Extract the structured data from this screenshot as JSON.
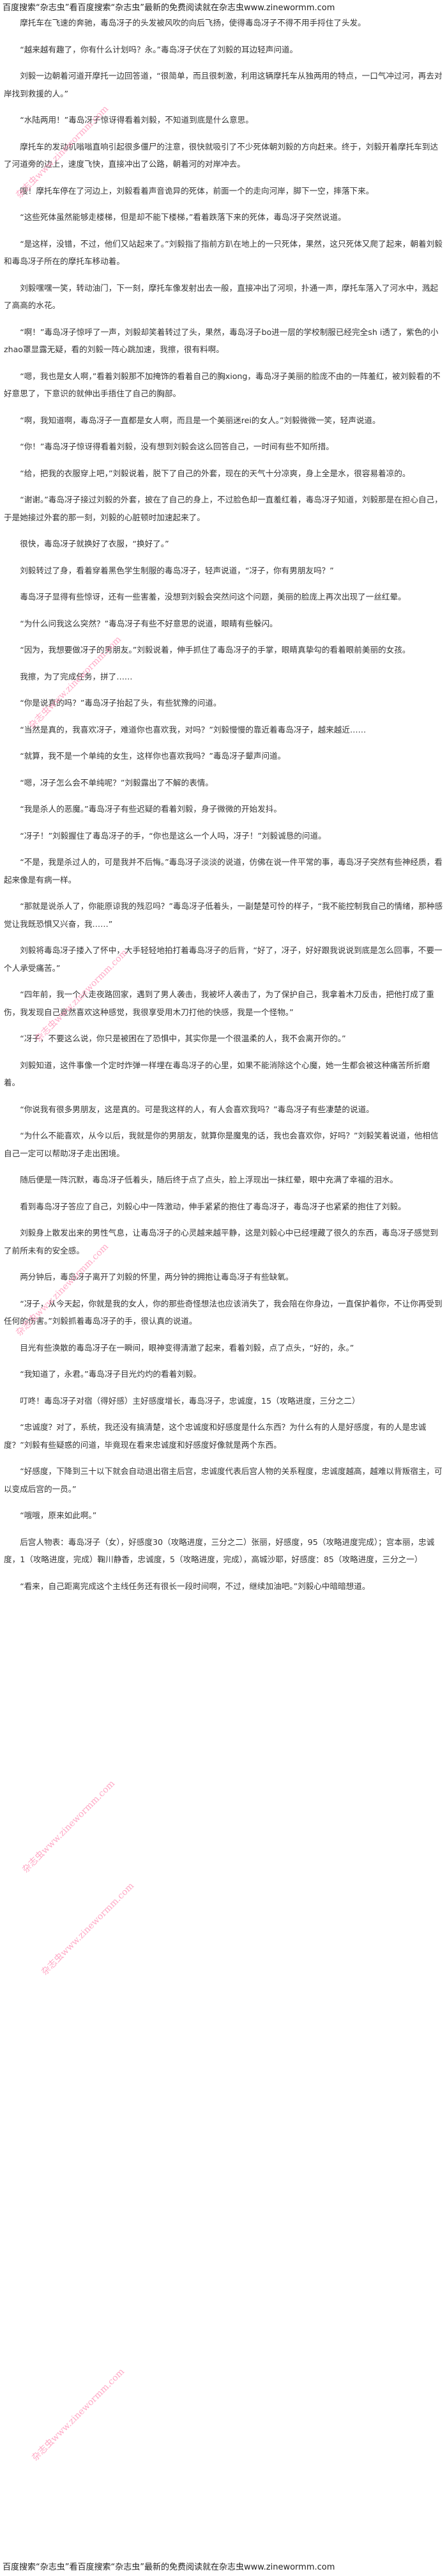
{
  "header": {
    "banner": "百度搜索“杂志虫”看百度搜索“杂志虫”最新的免费阅读就在杂志虫www.zinewormm.com"
  },
  "footer": {
    "banner": "百度搜索“杂志虫”看百度搜索“杂志虫”最新的免费阅读就在杂志虫www.zinewormm.com"
  },
  "watermark": {
    "text": "杂志虫www.zinewormm.com",
    "color": "#ff99bb"
  },
  "paragraphs": [
    "摩托车在飞速的奔驰，毒岛冴子的头发被风吹的向后飞扬，使得毒岛冴子不得不用手捋住了头发。",
    "“越来越有趣了，你有什么计划吗？永。”毒岛冴子伏在了刘毅的耳边轻声问道。",
    "刘毅一边朝着河道开摩托一边回答道，“很简单，而且很刺激，利用这辆摩托车从独两用的特点，一口气冲过河，再去对岸找到救援的人。”",
    "“水陆两用！”毒岛冴子惊讶得看着刘毅，不知道到底是什么意思。",
    "摩托车的发动机嗡嗡直响引起很多僵尸的注意，很快就吸引了不少死体朝刘毅的方向赶来。终于，刘毅开着摩托车到达了河道旁的边上，速度飞快，直接冲出了公路，朝着河的对岸冲去。",
    "嗖！摩托车停在了河边上，刘毅看着声音诡异的死体，前面一个的走向河岸，脚下一空，摔落下来。",
    "“这些死体虽然能够走楼梯，但是却不能下楼梯，”看着跌落下来的死体，毒岛冴子突然说道。",
    "“是这样，没错，不过，他们又站起来了。”刘毅指了指前方趴在地上的一只死体，果然，这只死体又爬了起来，朝着刘毅和毒岛冴子所在的摩托车移动着。",
    "刘毅嘿嘿一笑，转动油门，下一刻，摩托车像发射出去一般，直接冲出了河坝，扑通一声，摩托车落入了河水中，溅起了高高的水花。",
    "“啊！”毒岛冴子惊呼了一声，刘毅却笑着转过了头，果然，毒岛冴子bo进一层的学校制服已经完全sh i透了，紫色的小zhao罩显露无疑，看的刘毅一阵心跳加速，我擦，很有料啊。",
    "“嗯，我也是女人啊，”看着刘毅那不加掩饰的看着自己的胸xiong，毒岛冴子美丽的脸庞不由的一阵羞红，被刘毅看的不好意思了，下意识的就伸出手捂住了自己的胸部。",
    "“啊，我知道啊，毒岛冴子一直都是女人啊，而且是一个美丽迷rei的女人。”刘毅微微一笑，轻声说道。",
    "“你！”毒岛冴子惊讶得看着刘毅，没有想到刘毅会这么回答自己，一时间有些不知所措。",
    "“给，把我的衣服穿上吧，”刘毅说着，脱下了自己的外套，现在的天气十分凉爽，身上全是水，很容易着凉的。",
    "“谢谢。”毒岛冴子接过刘毅的外套，披在了自己的身上，不过脸色却一直羞红着，毒岛冴子知道，刘毅那是在担心自己，于是她接过外套的那一刻，刘毅的心脏顿时加速起来了。",
    "很快，毒岛冴子就换好了衣服，“换好了。”",
    "刘毅转过了身，看着穿着黑色学生制服的毒岛冴子，轻声说道，“冴子，你有男朋友吗？”",
    "毒岛冴子显得有些惊讶，还有一些害羞，没想到刘毅会突然问这个问题，美丽的脸庞上再次出现了一丝红晕。",
    "“为什么问我这么突然？”毒岛冴子有些不好意思的说道，眼睛有些躲闪。",
    "“因为，我想要做冴子的男朋友。”刘毅说着，伸手抓住了毒岛冴子的手掌，眼睛真挚勾的看着眼前美丽的女孩。",
    "我擦，为了完成任务，拼了……",
    "“你是说真的吗？”毒岛冴子抬起了头，有些犹豫的问道。",
    "“当然是真的，我喜欢冴子，难道你也喜欢我，对吗？”刘毅慢慢的靠近着毒岛冴子，越来越近……",
    "“就算，我不是一个单纯的女生，这样你也喜欢我吗？”毒岛冴子颦声问道。",
    "“嗯，冴子怎么会不单纯呢？”刘毅露出了不解的表情。",
    "“我是杀人的恶魔。”毒岛冴子有些迟疑的看着刘毅，身子微微的开始发抖。",
    "“冴子！”刘毅握住了毒岛冴子的手，“你也是这么一个人吗，冴子！”刘毅诚恳的问道。",
    "“不是，我是杀过人的，可是我并不后悔。”毒岛冴子淡淡的说道，仿佛在说一件平常的事，毒岛冴子突然有些神经质，看起来像是有病一样。",
    "“那就是说杀人了，你能原谅我的残忍吗？”毒岛冴子低着头，一副楚楚可怜的样子，“我不能控制我自己的情绪，那种感觉让我既恐惧又兴奋，我……”",
    "刘毅将毒岛冴子搂入了怀中，大手轻轻地拍打着毒岛冴子的后背，“好了，冴子，好好跟我说说到底是怎么回事，不要一个人承受痛苦。”",
    "“四年前，我一个人走夜路回家，遇到了男人袭击，我被坏人袭击了，为了保护自己，我拿着木刀反击，把他打成了重伤，我发现自己竟然喜欢这种感觉，我很享受用木刀打他的快感，我是一个怪物。”",
    "“冴子，不要这么说，你只是被困在了恐惧中，其实你是一个很温柔的人，我不会离开你的。”",
    "刘毅知道，这件事像一个定时炸弹一样埋在毒岛冴子的心里，如果不能消除这个心魔，她一生都会被这种痛苦所折磨着。",
    "“你说我有很多男朋友，这是真的。可是我这样的人，有人会喜欢我吗？”毒岛冴子有些凄楚的说道。",
    "“为什么不能喜欢，从今以后，我就是你的男朋友，就算你是魔鬼的话，我也会喜欢你，好吗？”刘毅笑着说道，他相信自己一定可以帮助冴子走出困境。",
    "随后便是一阵沉默，毒岛冴子低着头，随后终于点了点头，脸上浮现出一抹红晕，眼中充满了幸福的泪水。",
    "看到毒岛冴子答应了自己，刘毅心中一阵激动，伸手紧紧的抱住了毒岛冴子，毒岛冴子也紧紧的抱住了刘毅。",
    "刘毅身上散发出来的男性气息，让毒岛冴子的心灵越来越平静，这是刘毅心中已经埋藏了很久的东西，毒岛冴子感觉到了前所未有的安全感。",
    "两分钟后，毒岛冴子离开了刘毅的怀里，两分钟的拥抱让毒岛冴子有些缺氧。",
    "“冴子，从今天起，你就是我的女人，你的那些奇怪想法也应该消失了，我会陪在你身边，一直保护着你，不让你再受到任何的伤害。”刘毅抓着毒岛冴子的手，很认真的说道。",
    "目光有些涣散的毒岛冴子在一瞬间，眼神变得清澈了起来，看着刘毅，点了点头，“好的，永。”",
    "“我知道了，永君。”毒岛冴子目光灼灼的看着刘毅。",
    "叮咚！毒岛冴子对宿（得好感）主好感度增长，毒岛冴子，忠诚度，15（攻略进度，三分之二）",
    "“忠诚度？对了，系统，我还没有搞清楚，这个忠诚度和好感度是什么东西？为什么有的人是好感度，有的人是忠诚度？”刘毅有些疑惑的问道，毕竟现在看来忠诚度和好感度好像就是两个东西。",
    "“好感度，下降到三十以下就会自动退出宿主后宫，忠诚度代表后宫人物的关系程度，忠诚度越高，越难以背叛宿主，可以变成后宫的一员。”",
    "“哦哦，原来如此啊。”",
    "后宫人物表：毒岛冴子（女），好感度30（攻略进度，三分之二）张丽，好感度，95（攻略进度完成）；宫本丽，忠诚度，1（攻略进度，完成）鞠川静香，忠诚度，5（攻略进度，完成），高城沙耶，好感度：85（攻略进度，三分之一）",
    "“看来，自己距离完成这个主线任务还有很长一段时间啊，不过，继续加油吧。”刘毅心中暗暗想道。"
  ]
}
